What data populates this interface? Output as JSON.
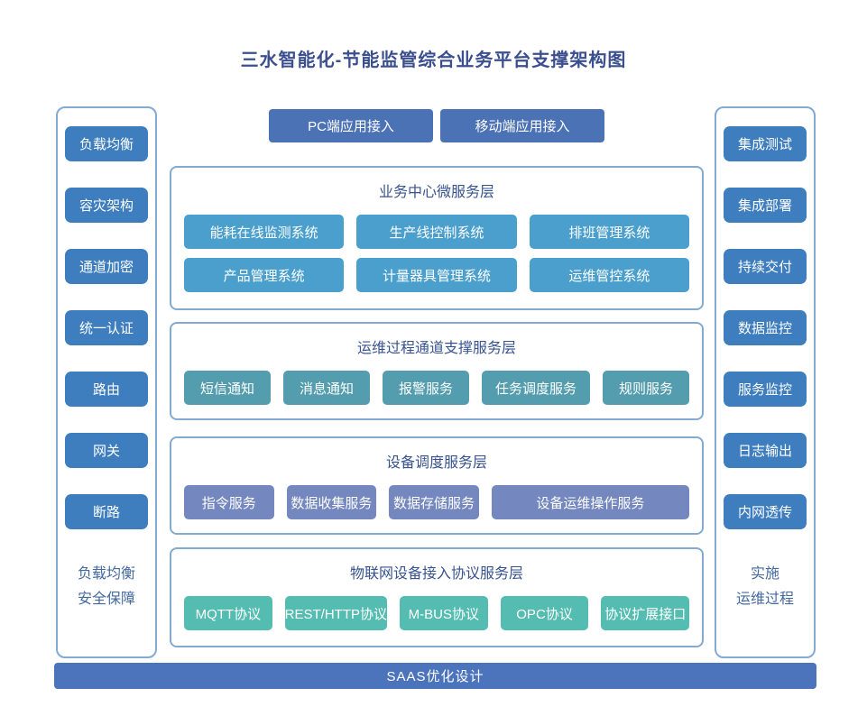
{
  "title": "三水智能化-节能监管综合业务平台支撑架构图",
  "colors": {
    "title": "#3B4F8F",
    "panel_border": "#82AAD2",
    "sidebar_button": "#3E7EBE",
    "app_button": "#4C72B6",
    "layer1_box": "#4A9FCC",
    "layer2_box": "#549DAE",
    "layer3_box": "#7487BE",
    "layer4_box": "#54BCB1",
    "saas_bar": "#4C74BC",
    "section_title": "#37538F",
    "side_label": "#44699F"
  },
  "access_buttons": [
    "PC端应用接入",
    "移动端应用接入"
  ],
  "left_panel": {
    "items": [
      "负载均衡",
      "容灾架构",
      "通道加密",
      "统一认证",
      "路由",
      "网关",
      "断路"
    ],
    "label_lines": [
      "负载均衡",
      "安全保障"
    ]
  },
  "right_panel": {
    "items": [
      "集成测试",
      "集成部署",
      "持续交付",
      "数据监控",
      "服务监控",
      "日志输出",
      "内网透传"
    ],
    "label_lines": [
      "实施",
      "运维过程"
    ]
  },
  "layers": [
    {
      "title": "业务中心微服务层",
      "rows": [
        [
          "能耗在线监测系统",
          "生产线控制系统",
          "排班管理系统"
        ],
        [
          "产品管理系统",
          "计量器具管理系统",
          "运维管控系统"
        ]
      ]
    },
    {
      "title": "运维过程通道支撑服务层",
      "rows": [
        [
          "短信通知",
          "消息通知",
          "报警服务",
          "任务调度服务",
          "规则服务"
        ]
      ]
    },
    {
      "title": "设备调度服务层",
      "rows": [
        [
          "指令服务",
          "数据收集服务",
          "数据存储服务",
          "设备运维操作服务"
        ]
      ]
    },
    {
      "title": "物联网设备接入协议服务层",
      "rows": [
        [
          "MQTT协议",
          "REST/HTTP协议",
          "M-BUS协议",
          "OPC协议",
          "协议扩展接口"
        ]
      ]
    }
  ],
  "footer": {
    "label": "SAAS优化设计"
  }
}
